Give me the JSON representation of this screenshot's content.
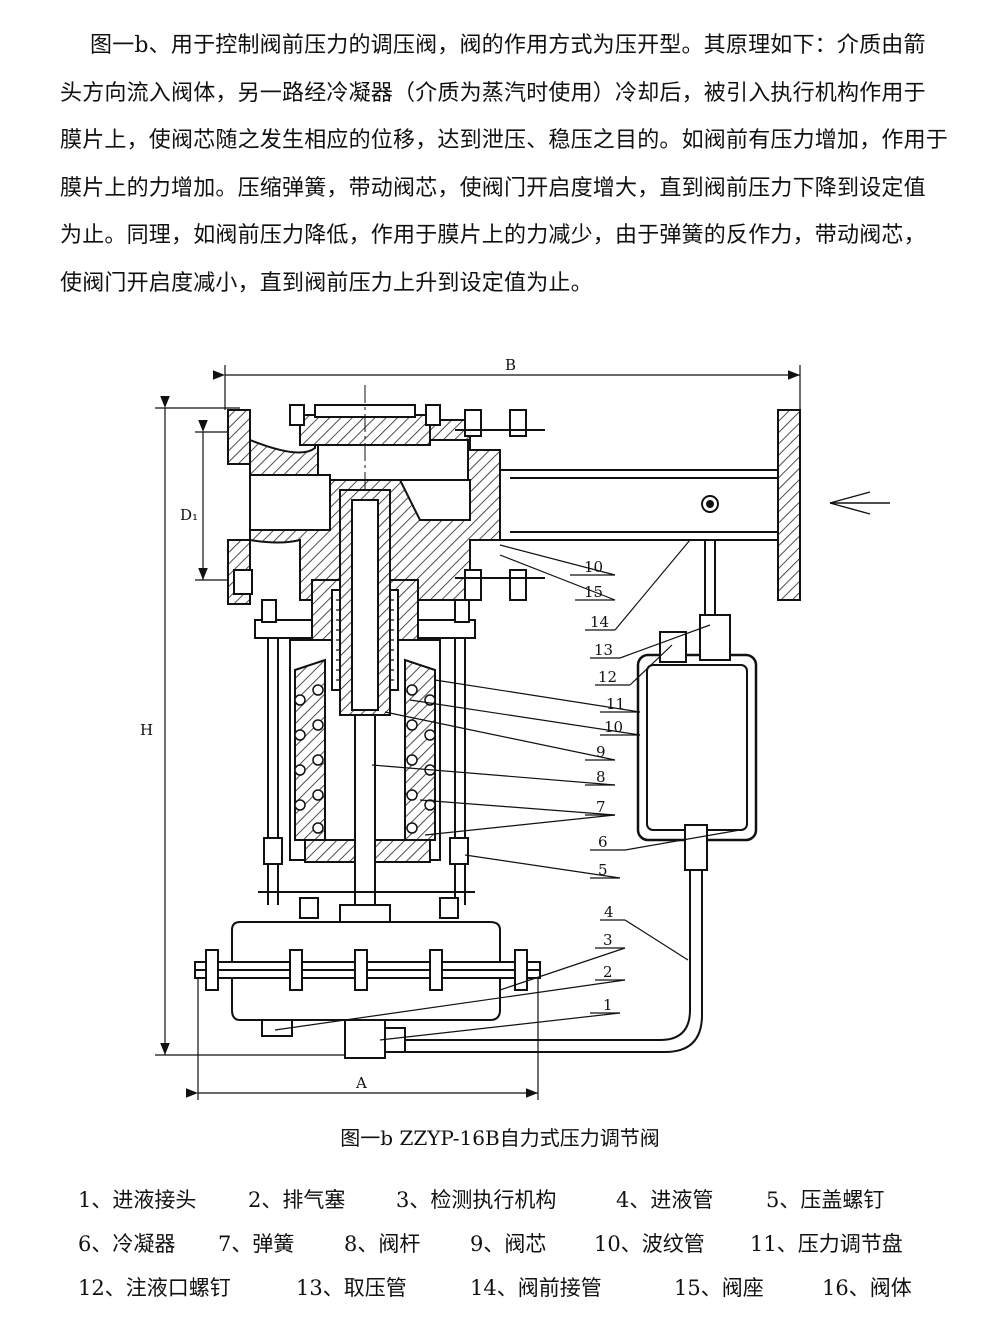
{
  "paragraph": {
    "lines": [
      "图一b、用于控制阀前压力的调压阀，阀的作用方式为压开型。其原理如下：介质由箭",
      "头方向流入阀体，另一路经冷凝器（介质为蒸汽时使用）冷却后，被引入执行机构作用于",
      "膜片上，使阀芯随之发生相应的位移，达到泄压、稳压之目的。如阀前有压力增加，作用于",
      "膜片上的力增加。压缩弹簧，带动阀芯，使阀门开启度增大，直到阀前压力下降到设定值",
      "为止。同理，如阀前压力降低，作用于膜片上的力减少，由于弹簧的反作力，带动阀芯，",
      "使阀门开启度减小，直到阀前压力上升到设定值为止。"
    ]
  },
  "figure": {
    "dims": {
      "B": "B",
      "H": "H",
      "A": "A",
      "D1": "D₁"
    },
    "callouts": [
      "10",
      "15",
      "14",
      "13",
      "12",
      "11",
      "10",
      "9",
      "8",
      "7",
      "6",
      "5",
      "4",
      "3",
      "2",
      "1"
    ]
  },
  "caption": "图一b ZZYP-16B自力式压力调节阀",
  "legend": {
    "row1": [
      "1、进液接头",
      "2、排气塞",
      "3、检测执行机构",
      "4、进液管",
      "5、压盖螺钉"
    ],
    "row2": [
      "6、冷凝器",
      "7、弹簧",
      "8、阀杆",
      "9、阀芯",
      "10、波纹管",
      "11、压力调节盘"
    ],
    "row3": [
      "12、注液口螺钉",
      "13、取压管",
      "14、阀前接管",
      "15、阀座",
      "16、阀体"
    ]
  }
}
